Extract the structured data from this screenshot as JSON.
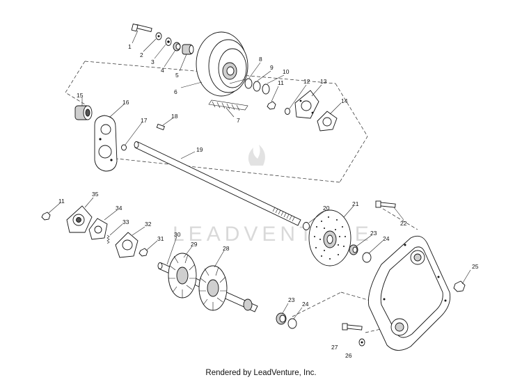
{
  "callouts": [
    {
      "id": "1",
      "text": "1"
    },
    {
      "id": "2",
      "text": "2"
    },
    {
      "id": "3",
      "text": "3"
    },
    {
      "id": "4",
      "text": "4"
    },
    {
      "id": "5",
      "text": "5"
    },
    {
      "id": "6",
      "text": "6"
    },
    {
      "id": "7",
      "text": "7"
    },
    {
      "id": "8",
      "text": "8"
    },
    {
      "id": "9",
      "text": "9"
    },
    {
      "id": "10",
      "text": "10"
    },
    {
      "id": "11a",
      "text": "11"
    },
    {
      "id": "12",
      "text": "12"
    },
    {
      "id": "13",
      "text": "13"
    },
    {
      "id": "14",
      "text": "14"
    },
    {
      "id": "15",
      "text": "15"
    },
    {
      "id": "16",
      "text": "16"
    },
    {
      "id": "17",
      "text": "17"
    },
    {
      "id": "18",
      "text": "18"
    },
    {
      "id": "19",
      "text": "19"
    },
    {
      "id": "20",
      "text": "20"
    },
    {
      "id": "21",
      "text": "21"
    },
    {
      "id": "22",
      "text": "22"
    },
    {
      "id": "23a",
      "text": "23"
    },
    {
      "id": "24a",
      "text": "24"
    },
    {
      "id": "25",
      "text": "25"
    },
    {
      "id": "11b",
      "text": "11"
    },
    {
      "id": "35",
      "text": "35"
    },
    {
      "id": "34",
      "text": "34"
    },
    {
      "id": "33",
      "text": "33"
    },
    {
      "id": "32",
      "text": "32"
    },
    {
      "id": "31",
      "text": "31"
    },
    {
      "id": "30",
      "text": "30"
    },
    {
      "id": "29",
      "text": "29"
    },
    {
      "id": "28",
      "text": "28"
    },
    {
      "id": "23b",
      "text": "23"
    },
    {
      "id": "24b",
      "text": "24"
    },
    {
      "id": "27",
      "text": "27"
    },
    {
      "id": "26",
      "text": "26"
    }
  ],
  "watermark": "LEADVENTURE",
  "footer": "Rendered by LeadVenture, Inc."
}
